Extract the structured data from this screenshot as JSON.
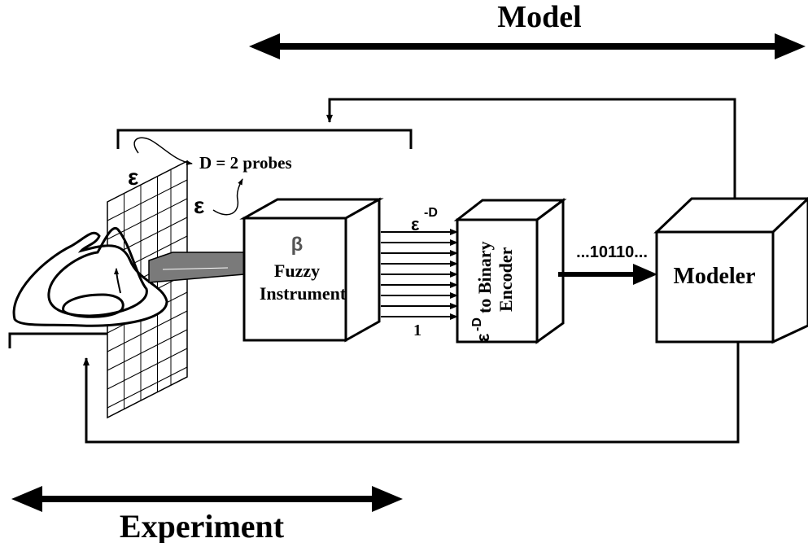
{
  "labels": {
    "model": "Model",
    "experiment": "Experiment",
    "epsilon": "ε",
    "epsilon_2": "ε",
    "d_probes": "D = 2 probes",
    "beta": "β",
    "fuzzy_instrument_line1": "Fuzzy",
    "fuzzy_instrument_line2": "Instrument",
    "eps_minus_d_base": "ε",
    "eps_minus_d_exp": "-D",
    "one": "1",
    "encoder_line1": "to Binary",
    "encoder_line2": "Encoder",
    "encoder_eps": "ε",
    "encoder_exp": "-D",
    "bitstream": "...10110...",
    "modeler": "Modeler"
  }
}
